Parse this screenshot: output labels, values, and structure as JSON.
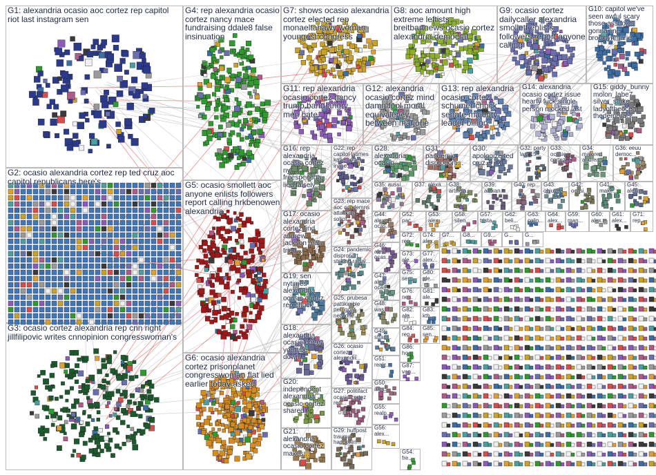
{
  "graph": {
    "groups": [
      {
        "id": "G1",
        "label": "G1: alexandria ocasio aoc cortez rep capitol riot last instagram sen",
        "color": "#2b3a8c"
      },
      {
        "id": "G2",
        "label": "G2: ocasio alexandria cortez rep ted cruz aoc capitol republicans here's",
        "color": "#3f78b8"
      },
      {
        "id": "G3",
        "label": "G3: ocasio cortez alexandria rep cnn right jillfilipovic writes cnnopinion congresswoman's",
        "color": "#1c5a2e"
      },
      {
        "id": "G4",
        "label": "G4: rep alexandria ocasio cortez nancy mace fundraising ddale8 false insinuation",
        "color": "#2e9b2e"
      },
      {
        "id": "G5",
        "label": "G5: ocasio smollett aoc anyone enlists followers report calling hrkbenowen alexandria",
        "color": "#a01818"
      },
      {
        "id": "G6",
        "label": "G6: ocasio alexandria cortez prisonplanet congresswoman flat lied earlier today asked",
        "color": "#d88a1a"
      },
      {
        "id": "G7",
        "label": "G7: shows ocasio alexandria cortez elected rep monaeltahawy woman youngest congress",
        "color": "#c9a227"
      },
      {
        "id": "G8",
        "label": "G8: aoc amount high extreme leftists breitbartnews ocasio cortez alexandria democrat",
        "color": "#8ab02a"
      },
      {
        "id": "G9",
        "label": "G9: ocasio cortez dailycaller alexandria smollett enlists followers report anyone calling",
        "color": "#6a6fb0"
      },
      {
        "id": "G10",
        "label": "G10: capitol we've seen awful scary those assholes gonna line brooklynmarie",
        "color": "#3b6ea5"
      },
      {
        "id": "G11",
        "label": "G11: rep alexandria ocasio cortez nancy trump band angry men hate",
        "color": "#8c5ab8"
      },
      {
        "id": "G12",
        "label": "G12: alexandria ocasio cortez mind damn fool moral equivalency between marjorie",
        "color": "#9a9a9a"
      },
      {
        "id": "G13",
        "label": "G13: rep alexandria ocasio cortez schumer chuck senate majority leader billion",
        "color": "#5b7fb0"
      },
      {
        "id": "G14",
        "label": "G14: alexandria ocasio cortez issue hearty fuck single person mocked last",
        "color": "#b0b0d0"
      },
      {
        "id": "G15",
        "label": "G15: giddy_bunny molon_labe7 silver_strike ladyoftheocea... thedemorats...",
        "color": "#7a7a7a"
      },
      {
        "id": "G16",
        "label": "G16: rep alexandria ocasio cortez ny freespeecha... lied falsely...",
        "color": "#6a8a6a"
      },
      {
        "id": "G17",
        "label": "G17: ocasio alexandria cortez find andrew jackson man tried...",
        "color": "#8a6a4a"
      },
      {
        "id": "G18",
        "label": "G18: alexandria ocasio cortez youtube down...",
        "color": "#6a6a9a"
      },
      {
        "id": "G19",
        "label": "G19: sen nytimes alexandria ocasio cortez rep chuck...",
        "color": "#4a7a9a"
      },
      {
        "id": "G20",
        "label": "G20: independent alexandria ocasio cortez shared...",
        "color": "#7a9a4a"
      },
      {
        "id": "G21",
        "label": "G21: alexandria ocasio cortez makes...",
        "color": "#9a7a4a"
      },
      {
        "id": "G22",
        "label": "G22: rep capitol latimes katie porter irvine...",
        "color": "#5a5a8a"
      },
      {
        "id": "G23",
        "label": "G23: rep mace aoc condemns attacking solicit...",
        "color": "#8a5a5a"
      },
      {
        "id": "G24",
        "label": "G24: pandemic disproport... striking racial...",
        "color": "#5a8a8a"
      },
      {
        "id": "G25",
        "label": "G25: prubesa pattikimble perrigoat network...",
        "color": "#8a8a5a"
      },
      {
        "id": "G26",
        "label": "G26: ocasio cortez alexandri...",
        "color": "#6a5a9a"
      },
      {
        "id": "G27",
        "label": "G27: politifact ocasio cortez rep...",
        "color": "#9a5a7a"
      },
      {
        "id": "G28",
        "label": "G28: alexandria ocasio...",
        "color": "#5a9a6a"
      },
      {
        "id": "G29",
        "label": "G29: huffpost trauma happenin...",
        "color": "#7a6a5a"
      },
      {
        "id": "G30",
        "label": "G30: apologize ted cruz...",
        "color": "#6a7a9a"
      },
      {
        "id": "G31",
        "label": "G31: pandemic disproporti...",
        "color": "#9a6a5a"
      },
      {
        "id": "G32",
        "label": "G32: party last 15...",
        "color": "#5a6a7a"
      },
      {
        "id": "G33",
        "label": "G33: ocasio cortez...",
        "color": "#7a5a6a"
      },
      {
        "id": "G34",
        "label": "G34: majored andrea...",
        "color": "#6a9a7a"
      },
      {
        "id": "G35",
        "label": "G35: aussi...",
        "color": "#8a7a9a"
      },
      {
        "id": "G36",
        "label": "G36: eeuu democ...",
        "color": "#9a8a6a"
      },
      {
        "id": "G37",
        "label": "G37: alexa...",
        "color": "#5a7a6a"
      },
      {
        "id": "G38",
        "label": "G38: artificia...",
        "color": "#7a8a5a"
      },
      {
        "id": "G39",
        "label": "G39: alexan...",
        "color": "#6a5a7a"
      },
      {
        "id": "G40",
        "label": "G40: rep...",
        "color": "#8a6a7a"
      },
      {
        "id": "G41",
        "label": "G41: make...",
        "color": "#5a8a7a"
      },
      {
        "id": "G42",
        "label": "G42: ocasi...",
        "color": "#7a7a5a"
      },
      {
        "id": "G43",
        "label": "G43: ohjuli...",
        "color": "#6a8a9a"
      },
      {
        "id": "G44",
        "label": "G44: alex... ocas...",
        "color": "#9a7a6a"
      },
      {
        "id": "G45",
        "label": "G45: alexa...",
        "color": "#5a6a8a"
      },
      {
        "id": "G46",
        "label": "G46: alex... ocas...",
        "color": "#7a5a8a"
      },
      {
        "id": "G47",
        "label": "G47: alex... ocas...",
        "color": "#6a9a8a"
      },
      {
        "id": "G48",
        "label": "G48: was...",
        "color": "#8a8a6a"
      },
      {
        "id": "G49",
        "label": "G49: stran...",
        "color": "#5a7a9a"
      },
      {
        "id": "G50",
        "label": "G50: alex...",
        "color": "#9a6a7a"
      }
    ],
    "small_labels": [
      "G51: realc...",
      "G52: pac...",
      "G53: alex...",
      "G54: fre...",
      "G55: realp...",
      "G56: alex...",
      "G57: trista...",
      "G58: silen...",
      "G59: man...",
      "G60: alex...",
      "G61: alex...",
      "G62: beli...",
      "G63: colin...",
      "G64: alex...",
      "G71: rep...",
      "G72: rep...",
      "G73: ale...",
      "G74: alex...",
      "G75: sen...",
      "G76: ne...",
      "G77: alex...",
      "G80: ale...",
      "G81: ale...",
      "G82: ale...",
      "G83: kth...",
      "G84: rep...",
      "G85: sen...",
      "G86: ho...",
      "G87: van...",
      "G7...",
      "G8...",
      "G9...",
      "G...",
      "G..."
    ],
    "edge_color_primary": "#e03030",
    "edge_color_secondary": "#9a9a9a"
  }
}
